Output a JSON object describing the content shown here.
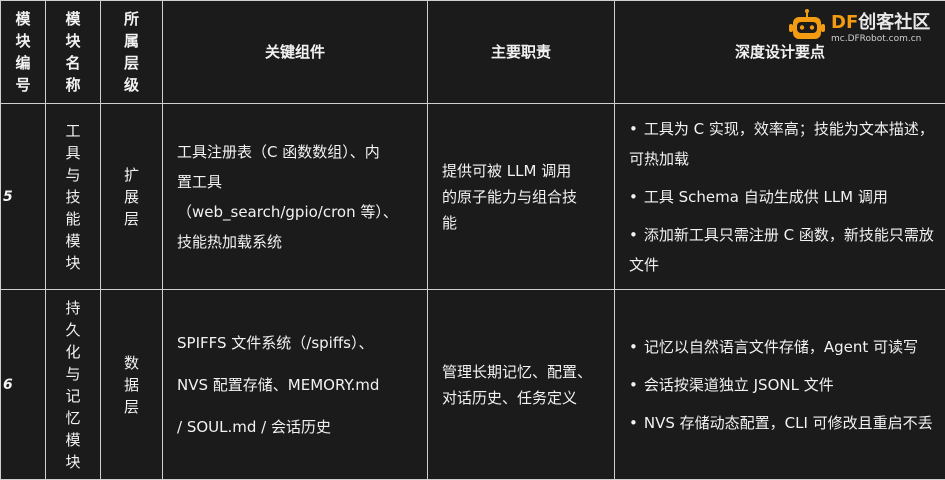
{
  "header": {
    "col1": [
      "模",
      "块",
      "编",
      "号"
    ],
    "col2": [
      "模",
      "块",
      "名",
      "称"
    ],
    "col3": [
      "所",
      "属",
      "层",
      "级"
    ],
    "col4": "关键组件",
    "col5": "主要职责",
    "col6": "深度设计要点"
  },
  "rows": [
    {
      "num": "5",
      "name_chars": [
        "工",
        "具",
        "与",
        "技",
        "能",
        "模",
        "块"
      ],
      "layer_chars": [
        "扩",
        "展",
        "层"
      ],
      "components": [
        "工具注册表（C 函数数组）、内",
        "置工具",
        "（web_search/gpio/cron 等）、",
        "技能热加载系统"
      ],
      "responsibility": [
        "提供可被 LLM 调用",
        "的原子能力与组合技",
        "能"
      ],
      "points": [
        "工具为 C 实现，效率高；技能为文本描述，可热加载",
        "工具 Schema 自动生成供 LLM 调用",
        "添加新工具只需注册 C 函数，新技能只需放文件"
      ]
    },
    {
      "num": "6",
      "name_chars": [
        "持",
        "久",
        "化",
        "与",
        "记",
        "忆",
        "模",
        "块"
      ],
      "layer_chars": [
        "数",
        "据",
        "层"
      ],
      "components": [
        "SPIFFS 文件系统（/spiffs）、",
        "NVS 配置存储、MEMORY.md",
        "/ SOUL.md / 会话历史"
      ],
      "responsibility": [
        "管理长期记忆、配置、",
        "对话历史、任务定义"
      ],
      "points": [
        "记忆以自然语言文件存储，Agent 可读写",
        "会话按渠道独立 JSONL 文件",
        "NVS 存储动态配置，CLI 可修改且重启不丢"
      ]
    }
  ],
  "logo": {
    "brand_df": "DF",
    "brand_rest": "创客社区",
    "url": "mc.DFRobot.com.cn",
    "icon": "robot-icon"
  },
  "colors": {
    "background": "#1b1b1b",
    "text": "#f2f2f2",
    "border": "#cfcfcf",
    "brand": "#f39c12"
  }
}
